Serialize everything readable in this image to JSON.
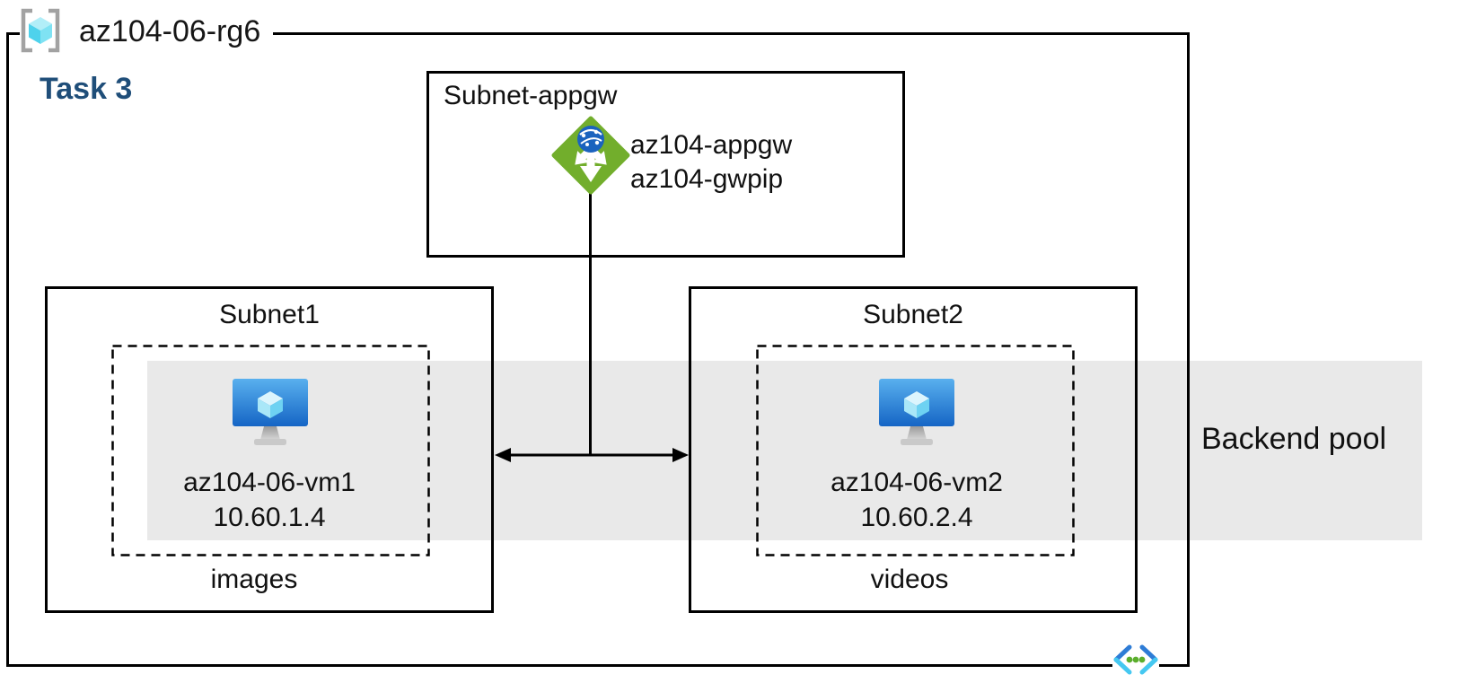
{
  "rg": {
    "name": "az104-06-rg6"
  },
  "task": {
    "label": "Task 3"
  },
  "appgw": {
    "subnet_title": "Subnet-appgw",
    "gateway_name": "az104-appgw",
    "public_ip": "az104-gwpip"
  },
  "subnet1": {
    "title": "Subnet1",
    "vm_name": "az104-06-vm1",
    "vm_ip": "10.60.1.4",
    "container_label": "images"
  },
  "subnet2": {
    "title": "Subnet2",
    "vm_name": "az104-06-vm2",
    "vm_ip": "10.60.2.4",
    "container_label": "videos"
  },
  "backend_pool": {
    "label": "Backend pool"
  },
  "icons": {
    "resource_group": "resource-group-icon",
    "application_gateway": "application-gateway-icon",
    "virtual_machine": "virtual-machine-icon",
    "virtual_network": "virtual-network-icon"
  },
  "colors": {
    "task_label": "#1F4E79",
    "backend_band": "#E9E9E9",
    "appgw_green": "#72AE2C",
    "globe_blue": "#1B63BE",
    "vm_screen_blue_top": "#59B0EE",
    "vm_screen_blue_bottom": "#1565C5",
    "cube_cyan": "#50E6FF",
    "vnet_blue": "#2E7CD6",
    "vnet_cyan": "#45C8F1",
    "dot_green": "#5BAE2C",
    "bracket_gray": "#A2A2A2",
    "line_black": "#000000"
  }
}
